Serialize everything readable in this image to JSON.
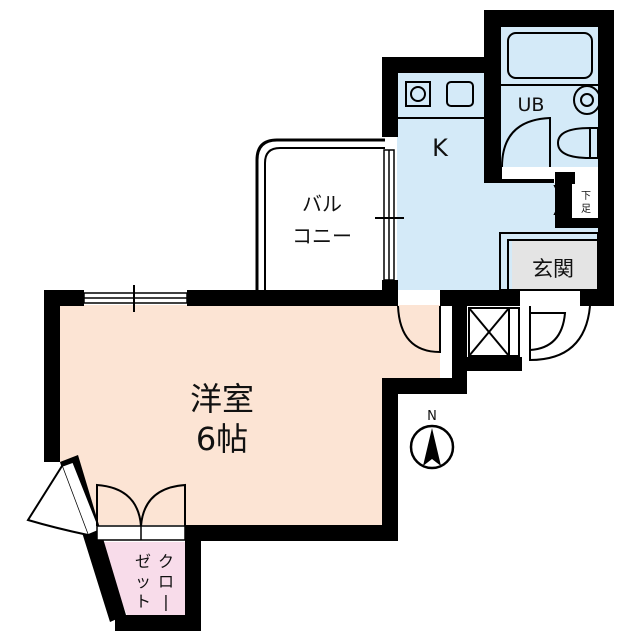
{
  "plan": {
    "type": "1K floor plan",
    "rooms": {
      "western_room": {
        "name": "洋室",
        "size": "6帖",
        "color": "#fce4d4"
      },
      "kitchen": {
        "name": "K",
        "color": "#d4eaf8"
      },
      "unit_bath": {
        "name": "UB",
        "color": "#d4eaf8"
      },
      "balcony": {
        "name_line1": "バル",
        "name_line2": "コニー",
        "color": "#ffffff"
      },
      "entrance": {
        "name": "玄関",
        "color": "#e4e4e4"
      },
      "closet": {
        "name_col1": "クロー",
        "name_col2": "ゼット",
        "color": "#f8dcea"
      },
      "shoe_box": {
        "name_line1": "下",
        "name_line2": "足"
      }
    },
    "compass": {
      "label": "N"
    },
    "wall_color": "#000000"
  }
}
